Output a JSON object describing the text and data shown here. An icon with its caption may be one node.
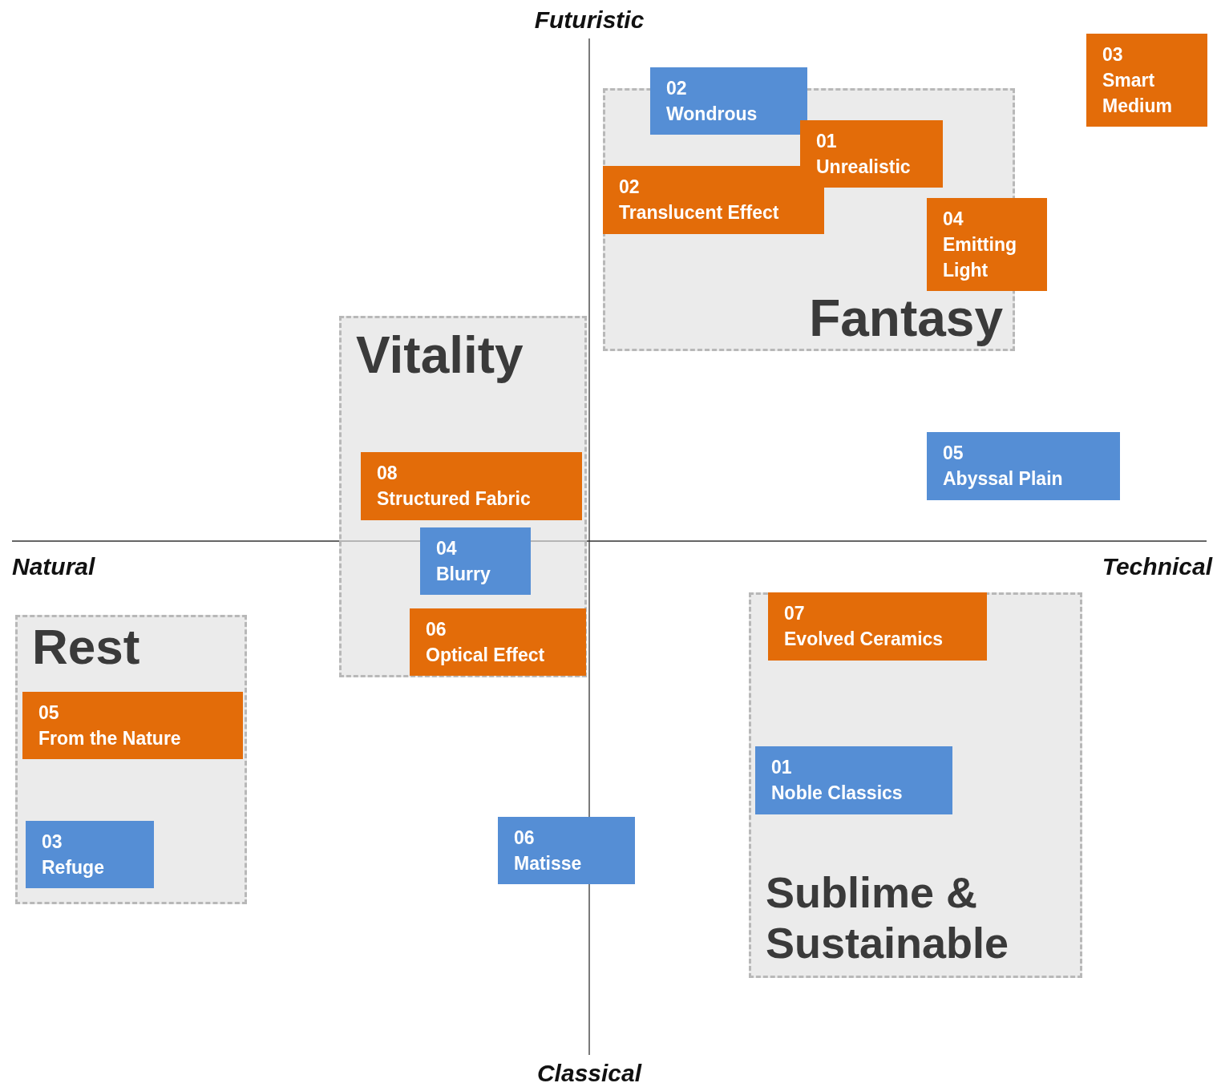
{
  "diagram": {
    "nodes": [
      {
        "text": [
          "03",
          "Smart Medium"
        ]
      },
      {
        "text": [
          "02",
          "Wondrous"
        ]
      },
      {
        "text": [
          "Fantasy"
        ]
      },
      {
        "text": [
          "01",
          "Unrealistic"
        ],
        "in": 2
      },
      {
        "text": [
          "02",
          "Translucent Effect"
        ],
        "in": 2
      },
      {
        "text": [
          "04",
          "Emitting Light"
        ]
      },
      {
        "text": [
          "Vitality"
        ]
      },
      {
        "text": [
          "08",
          "Structured Fabric"
        ],
        "in": 6
      },
      {
        "text": [
          "04",
          "Blurry"
        ],
        "in": 6
      },
      {
        "text": [
          "06",
          "Optical Effect"
        ],
        "in": 6
      },
      {
        "text": [
          "05",
          "Abyssal Plain"
        ]
      },
      {
        "text": [
          "Rest"
        ]
      },
      {
        "text": [
          "05",
          "From the Nature"
        ],
        "in": 11
      },
      {
        "text": [
          "03",
          "Refuge"
        ],
        "in": 11
      },
      {
        "text": [
          "Sublime & Sustainable"
        ]
      },
      {
        "text": [
          "07",
          "Evolved Ceramics"
        ],
        "in": 14
      },
      {
        "text": [
          "01",
          "Noble Classics"
        ],
        "in": 14
      },
      {
        "text": [
          "06",
          "Matisse"
        ]
      }
    ],
    "labels": [
      "Futuristic",
      "Natural",
      "Technical",
      "Classical"
    ]
  }
}
